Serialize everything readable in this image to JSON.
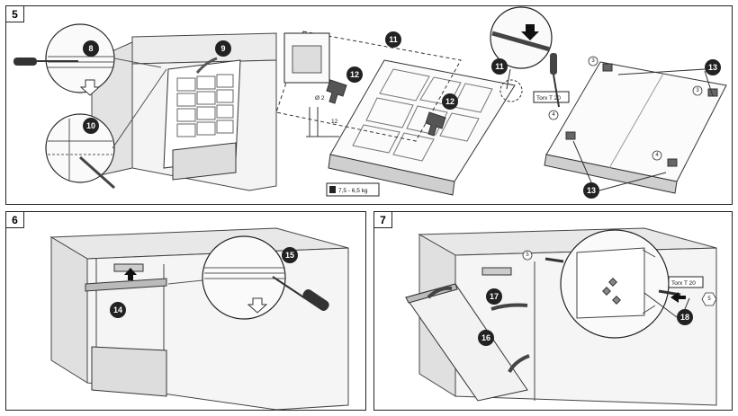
{
  "panel5": {
    "number": "5",
    "callouts": {
      "c8": "8",
      "c9": "9",
      "c10": "10",
      "c11a": "11",
      "c11b": "11",
      "c12a": "12",
      "c12b": "12",
      "c13a": "13",
      "c13b": "13"
    },
    "small_marks": {
      "s3a": "3",
      "s3b": "3",
      "s4a": "4",
      "s4b": "4"
    },
    "dim_diameter": "Ø 2",
    "dim_depth": "12",
    "weight_label": "7,5 - 6,5 kg",
    "torx_label": "Torx T 20"
  },
  "panel6": {
    "number": "6",
    "callouts": {
      "c14": "14",
      "c15": "15"
    }
  },
  "panel7": {
    "number": "7",
    "callouts": {
      "c16": "16",
      "c17": "17",
      "c18": "18"
    },
    "small_marks": {
      "s5a": "5",
      "s5b": "5"
    },
    "torx_label": "Torx T 20"
  }
}
